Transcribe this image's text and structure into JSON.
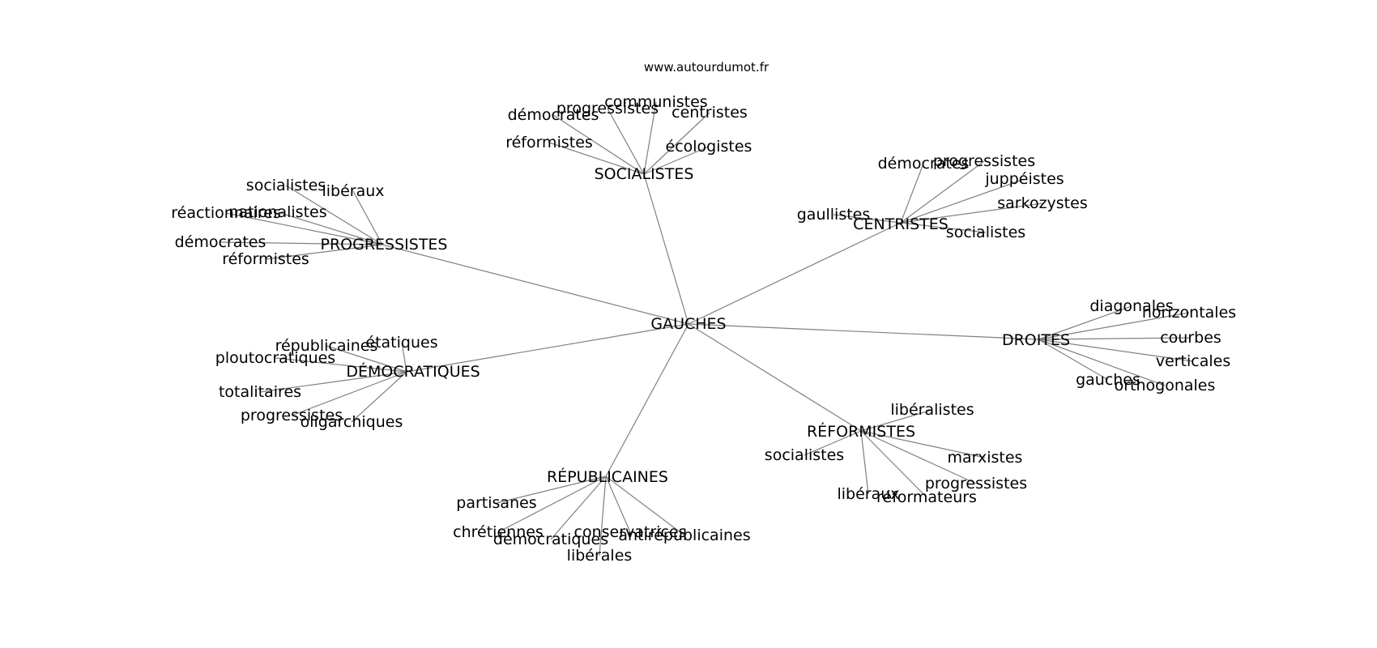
{
  "credit": "www.autourdumot.fr",
  "center": {
    "label": "GAUCHES"
  },
  "hubs": [
    {
      "id": "socialistes",
      "label": "SOCIALISTES",
      "leaves": [
        "communistes",
        "progressistes",
        "démocrates",
        "centristes",
        "réformistes",
        "écologistes"
      ]
    },
    {
      "id": "progressistes",
      "label": "PROGRESSISTES",
      "leaves": [
        "socialistes",
        "libéraux",
        "nationalistes",
        "réactionnaires",
        "démocrates",
        "réformistes"
      ]
    },
    {
      "id": "centristes",
      "label": "CENTRISTES",
      "leaves": [
        "démocrates",
        "progressistes",
        "juppéistes",
        "sarkozystes",
        "gaullistes",
        "socialistes"
      ]
    },
    {
      "id": "droites",
      "label": "DROITES",
      "leaves": [
        "diagonales",
        "horizontales",
        "courbes",
        "verticales",
        "gauches",
        "orthogonales"
      ]
    },
    {
      "id": "democratiques",
      "label": "DÉMOCRATIQUES",
      "leaves": [
        "républicaines",
        "étatiques",
        "ploutocratiques",
        "totalitaires",
        "progressistes",
        "oligarchiques"
      ]
    },
    {
      "id": "reformistes",
      "label": "RÉFORMISTES",
      "leaves": [
        "libéralistes",
        "socialistes",
        "marxistes",
        "progressistes",
        "libéraux",
        "réformateurs"
      ]
    },
    {
      "id": "republicaines",
      "label": "RÉPUBLICAINES",
      "leaves": [
        "partisanes",
        "chrétiennes",
        "démocratiques",
        "conservatrices",
        "antirépublicaines",
        "libérales"
      ]
    }
  ]
}
